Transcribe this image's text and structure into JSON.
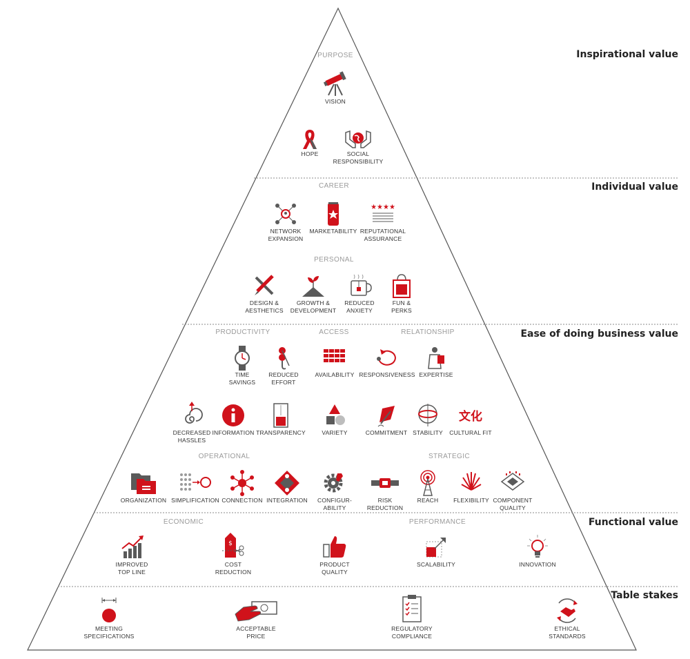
{
  "tiers": [
    {
      "id": "inspirational",
      "label": "Inspirational value"
    },
    {
      "id": "individual",
      "label": "Individual value"
    },
    {
      "id": "ease",
      "label": "Ease of doing business value"
    },
    {
      "id": "functional",
      "label": "Functional value"
    },
    {
      "id": "table",
      "label": "Table stakes"
    }
  ],
  "categories": {
    "purpose": "PURPOSE",
    "career": "CAREER",
    "personal": "PERSONAL",
    "productivity": "PRODUCTIVITY",
    "access": "ACCESS",
    "relationship": "RELATIONSHIP",
    "operational": "OPERATIONAL",
    "strategic": "STRATEGIC",
    "economic": "ECONOMIC",
    "performance": "PERFORMANCE"
  },
  "elements": {
    "vision": "VISION",
    "hope": "HOPE",
    "social_responsibility": "SOCIAL\nRESPONSIBILITY",
    "network_expansion": "NETWORK\nEXPANSION",
    "marketability": "MARKETABILITY",
    "reputational_assurance": "REPUTATIONAL\nASSURANCE",
    "design_aesthetics": "DESIGN &\nAESTHETICS",
    "growth_development": "GROWTH &\nDEVELOPMENT",
    "reduced_anxiety": "REDUCED\nANXIETY",
    "fun_perks": "FUN &\nPERKS",
    "time_savings": "TIME\nSAVINGS",
    "reduced_effort": "REDUCED\nEFFORT",
    "availability": "AVAILABILITY",
    "responsiveness": "RESPONSIVENESS",
    "expertise": "EXPERTISE",
    "decreased_hassles": "DECREASED\nHASSLES",
    "information": "INFORMATION",
    "transparency": "TRANSPARENCY",
    "variety": "VARIETY",
    "commitment": "COMMITMENT",
    "stability": "STABILITY",
    "cultural_fit": "CULTURAL FIT",
    "organization": "ORGANIZATION",
    "simplification": "SIMPLIFICATION",
    "connection": "CONNECTION",
    "integration": "INTEGRATION",
    "configurability": "CONFIGUR-\nABILITY",
    "risk_reduction": "RISK\nREDUCTION",
    "reach": "REACH",
    "flexibility": "FLEXIBILITY",
    "component_quality": "COMPONENT\nQUALITY",
    "improved_top_line": "IMPROVED\nTOP LINE",
    "cost_reduction": "COST\nREDUCTION",
    "product_quality": "PRODUCT\nQUALITY",
    "scalability": "SCALABILITY",
    "innovation": "INNOVATION",
    "meeting_specifications": "MEETING\nSPECIFICATIONS",
    "acceptable_price": "ACCEPTABLE\nPRICE",
    "regulatory_compliance": "REGULATORY\nCOMPLIANCE",
    "ethical_standards": "ETHICAL\nSTANDARDS"
  },
  "icons": {
    "vision": "telescope-icon",
    "hope": "ribbon-icon",
    "social_responsibility": "globe-in-hands-icon",
    "network_expansion": "network-icon",
    "marketability": "can-with-star-icon",
    "reputational_assurance": "stars-rating-icon",
    "design_aesthetics": "pencil-ruler-icon",
    "growth_development": "sprout-icon",
    "reduced_anxiety": "tea-cup-icon",
    "fun_perks": "gift-bag-icon",
    "time_savings": "wristwatch-icon",
    "reduced_effort": "hook-icon",
    "availability": "calendar-grid-icon",
    "responsiveness": "cycle-arrow-icon",
    "expertise": "expert-person-icon",
    "decreased_hassles": "spiral-icon",
    "information": "info-icon",
    "transparency": "window-icon",
    "variety": "shapes-icon",
    "commitment": "pen-sign-icon",
    "stability": "gyroscope-icon",
    "cultural_fit": "wenhua-glyph-icon",
    "organization": "folder-icon",
    "simplification": "dots-to-circle-icon",
    "connection": "hub-icon",
    "integration": "puzzle-icon",
    "configurability": "gear-wrench-icon",
    "risk_reduction": "seatbelt-icon",
    "reach": "antenna-tower-icon",
    "flexibility": "burst-icon",
    "component_quality": "chip-icon",
    "improved_top_line": "rising-bars-icon",
    "cost_reduction": "price-tag-scissors-icon",
    "product_quality": "thumbs-up-icon",
    "scalability": "scale-arrow-icon",
    "innovation": "lightbulb-icon",
    "meeting_specifications": "measure-dot-icon",
    "acceptable_price": "hand-with-bill-icon",
    "regulatory_compliance": "clipboard-checklist-icon",
    "ethical_standards": "handshake-cycle-icon"
  },
  "colors": {
    "accent": "#d0121b",
    "dark": "#5a5a5a",
    "gray": "#9a9a9a",
    "line": "#6a6a6a"
  }
}
